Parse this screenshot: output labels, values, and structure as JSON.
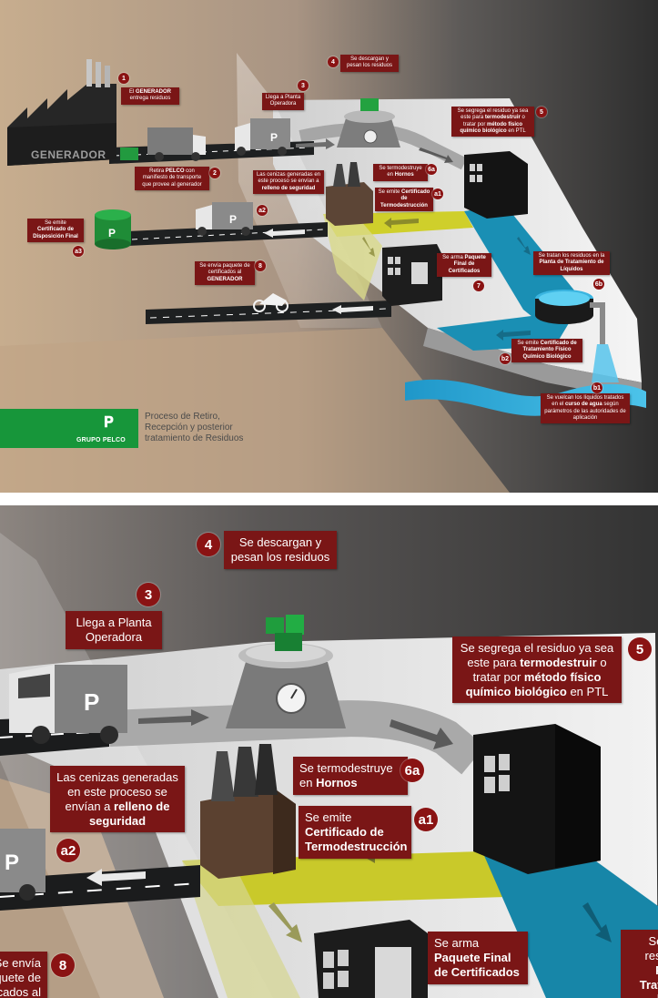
{
  "labels": {
    "l1": "El <b>GENERADOR</b> entrega residuos",
    "l2": "Retira <b>PELCO</b> con manifiesto de transporte que provee al generador",
    "l3": "Llega a Planta Operadora",
    "l4": "Se descargan y pesan los residuos",
    "l5": "Se segrega el residuo ya sea este para <b>termodestruir</b> o tratar por <b>método físico químico biológico</b> en PTL",
    "l6a": "Se termodestruye en <b>Hornos</b>",
    "la1": "Se emite <b>Certificado de Termodestrucción</b>",
    "la2": "Las cenizas generadas en este proceso se envían a <b>relleno de seguridad</b>",
    "la3": "Se emite <b>Certificado de Disposición Final</b>",
    "l6b": "Se tratan los residuos en la <b>Planta de Tratamiento de Líquidos</b>",
    "l7": "Se arma <b>Paquete Final de Certificados</b>",
    "l8": "Se envía paquete de certificados al <b>GENERADOR</b>",
    "lb1": "Se vuelcan los líquidos tratados en el <b>curso de agua</b> según parámetros de las autoridades de aplicación",
    "lb2": "Se emite <b>Certificado de Tratamiento Físico Químico Biológico</b>"
  },
  "nums": {
    "n1": "1",
    "n2": "2",
    "n3": "3",
    "n4": "4",
    "n5": "5",
    "n6a": "6a",
    "na1": "a1",
    "na2": "a2",
    "na3": "a3",
    "n6b": "6b",
    "n7": "7",
    "n8": "8",
    "nb1": "b1",
    "nb2": "b2"
  },
  "factory_label": "GENERADOR",
  "brand": "GRUPO PELCO",
  "footer_lines": [
    "Proceso de Retiro,",
    "Recepción y posterior",
    "tratamiento de Residuos"
  ],
  "detail_zoom": {
    "l4": "Se descargan y pesan los residuos",
    "l3": "Llega a Planta Operadora",
    "l5": "Se segrega el residuo ya sea este para <b>termodestruir</b> o tratar por <b>método físico químico biológico</b> en PTL",
    "l6a": "Se termodestruye en <b>Hornos</b>",
    "la1": "Se emite <b>Certificado de Termodestrucción</b>",
    "la2": "Las cenizas generadas en este proceso se envían a <b>relleno de seguridad</b>",
    "l7": "Se arma <b>Paquete Final de Certificados</b>",
    "l8_cut": "Se envía paquete de certificados al <b>GENERADOR</b>",
    "l6b_cut": "Se tratan los residuos en la <b>Planta de Tratamiento de Líquidos</b>"
  },
  "colors": {
    "label_bg": "#7a1616",
    "accent_green": "#17963a",
    "yellow_lane": "#c9c92a",
    "blue_lane": "#1786a8",
    "bg_dark": "#3a3a3a",
    "bg_tan": "#c8ad8d"
  },
  "icons": [
    "factory-icon",
    "truck-icon",
    "motorcycle-icon",
    "scale-icon",
    "furnace-icon",
    "building-icon",
    "tank-icon",
    "water-icon",
    "pelco-logo-icon"
  ]
}
